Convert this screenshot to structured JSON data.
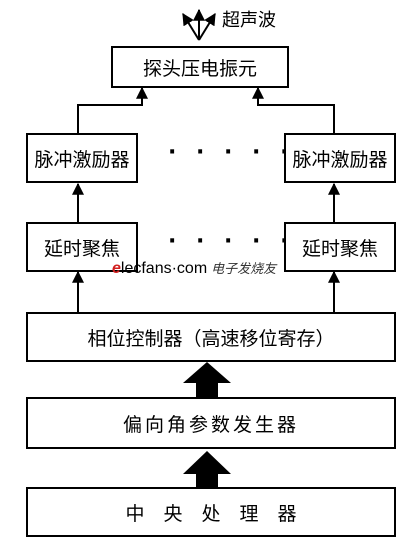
{
  "nodes": {
    "ultrasound": "超声波",
    "transducer": "探头压电振元",
    "pulse_driver": "脉冲激励器",
    "delay_focus": "延时聚焦",
    "phase_controller": "相位控制器（高速移位寄存）",
    "angle_generator": "偏向角参数发生器",
    "cpu": "中　央　处　理　器"
  },
  "ellipsis": "· · · · ·",
  "watermark": {
    "brand_e": "e",
    "brand_rest": "lecfans·com",
    "brand_cn": "电子发烧友"
  }
}
